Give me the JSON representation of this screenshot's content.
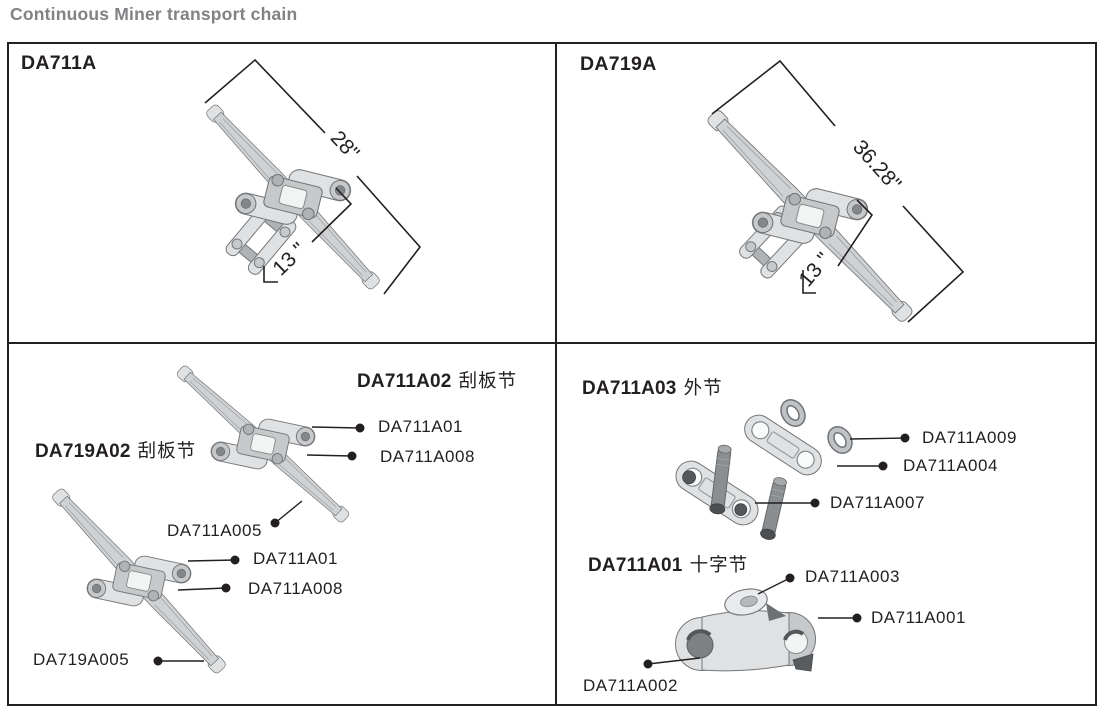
{
  "page": {
    "title": "Continuous Miner transport chain"
  },
  "colors": {
    "title_gray": "#808285",
    "line_black": "#231f20",
    "metal_light": "#dfe1e2",
    "metal_mid": "#c6c8ca",
    "metal_dark": "#84878a"
  },
  "panels": {
    "top_left": {
      "part_number": "DA711A",
      "dim_length": "28\"",
      "dim_width": "13 \""
    },
    "top_right": {
      "part_number": "DA719A",
      "dim_length": "36.28\"",
      "dim_width": "13 \""
    },
    "bottom_left": {
      "headings": [
        {
          "code": "DA711A02",
          "name_cn": "刮板节"
        },
        {
          "code": "DA719A02",
          "name_cn": "刮板节"
        }
      ],
      "callouts": [
        "DA711A01",
        "DA711A008",
        "DA711A005",
        "DA711A01",
        "DA711A008",
        "DA719A005"
      ]
    },
    "bottom_right": {
      "sections": [
        {
          "code": "DA711A03",
          "name_cn": "外节"
        },
        {
          "code": "DA711A01",
          "name_cn": "十字节"
        }
      ],
      "callouts": [
        "DA711A009",
        "DA711A004",
        "DA711A007",
        "DA711A003",
        "DA711A001",
        "DA711A002"
      ]
    }
  }
}
